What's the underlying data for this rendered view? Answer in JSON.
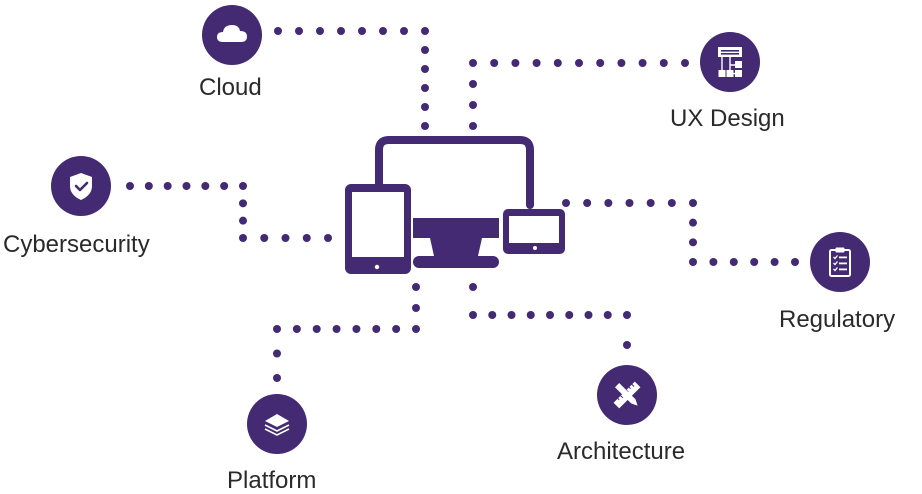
{
  "theme": {
    "brand_color": "#432A72",
    "icon_fg": "#ffffff",
    "label_color": "#2a2a2a",
    "background": "#ffffff"
  },
  "center": {
    "name": "multi-device-hub",
    "icon": "devices-icon",
    "description": "Desktop monitor, tablet and small laptop screen"
  },
  "nodes": [
    {
      "id": "cloud",
      "label": "Cloud",
      "icon": "cloud-icon"
    },
    {
      "id": "ux-design",
      "label": "UX Design",
      "icon": "sitemap-icon"
    },
    {
      "id": "cybersecurity",
      "label": "Cybersecurity",
      "icon": "shield-check-icon"
    },
    {
      "id": "regulatory",
      "label": "Regulatory",
      "icon": "clipboard-checklist-icon"
    },
    {
      "id": "platform",
      "label": "Platform",
      "icon": "layers-icon"
    },
    {
      "id": "architecture",
      "label": "Architecture",
      "icon": "ruler-pencil-icon"
    }
  ]
}
